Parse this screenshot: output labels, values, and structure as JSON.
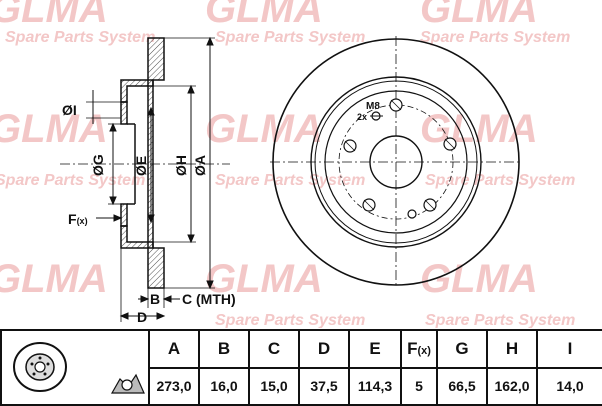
{
  "watermark": {
    "brand": "GLMA",
    "tagline": "Spare Parts System"
  },
  "labels": {
    "I": "ØI",
    "G": "ØG",
    "E": "ØE",
    "H": "ØH",
    "A": "ØA",
    "F": "F",
    "F_sup": "(x)",
    "B": "B",
    "C": "C (MTH)",
    "D": "D",
    "thread": "M8",
    "thread_count": "2x"
  },
  "table": {
    "headers": [
      "A",
      "B",
      "C",
      "D",
      "E",
      "F",
      "G",
      "H",
      "I"
    ],
    "header_F_sup": "(x)",
    "values": [
      "273,0",
      "16,0",
      "15,0",
      "37,5",
      "114,3",
      "5",
      "66,5",
      "162,0",
      "14,0"
    ]
  },
  "colors": {
    "watermark": "#f3c7c7",
    "line": "#111111"
  }
}
